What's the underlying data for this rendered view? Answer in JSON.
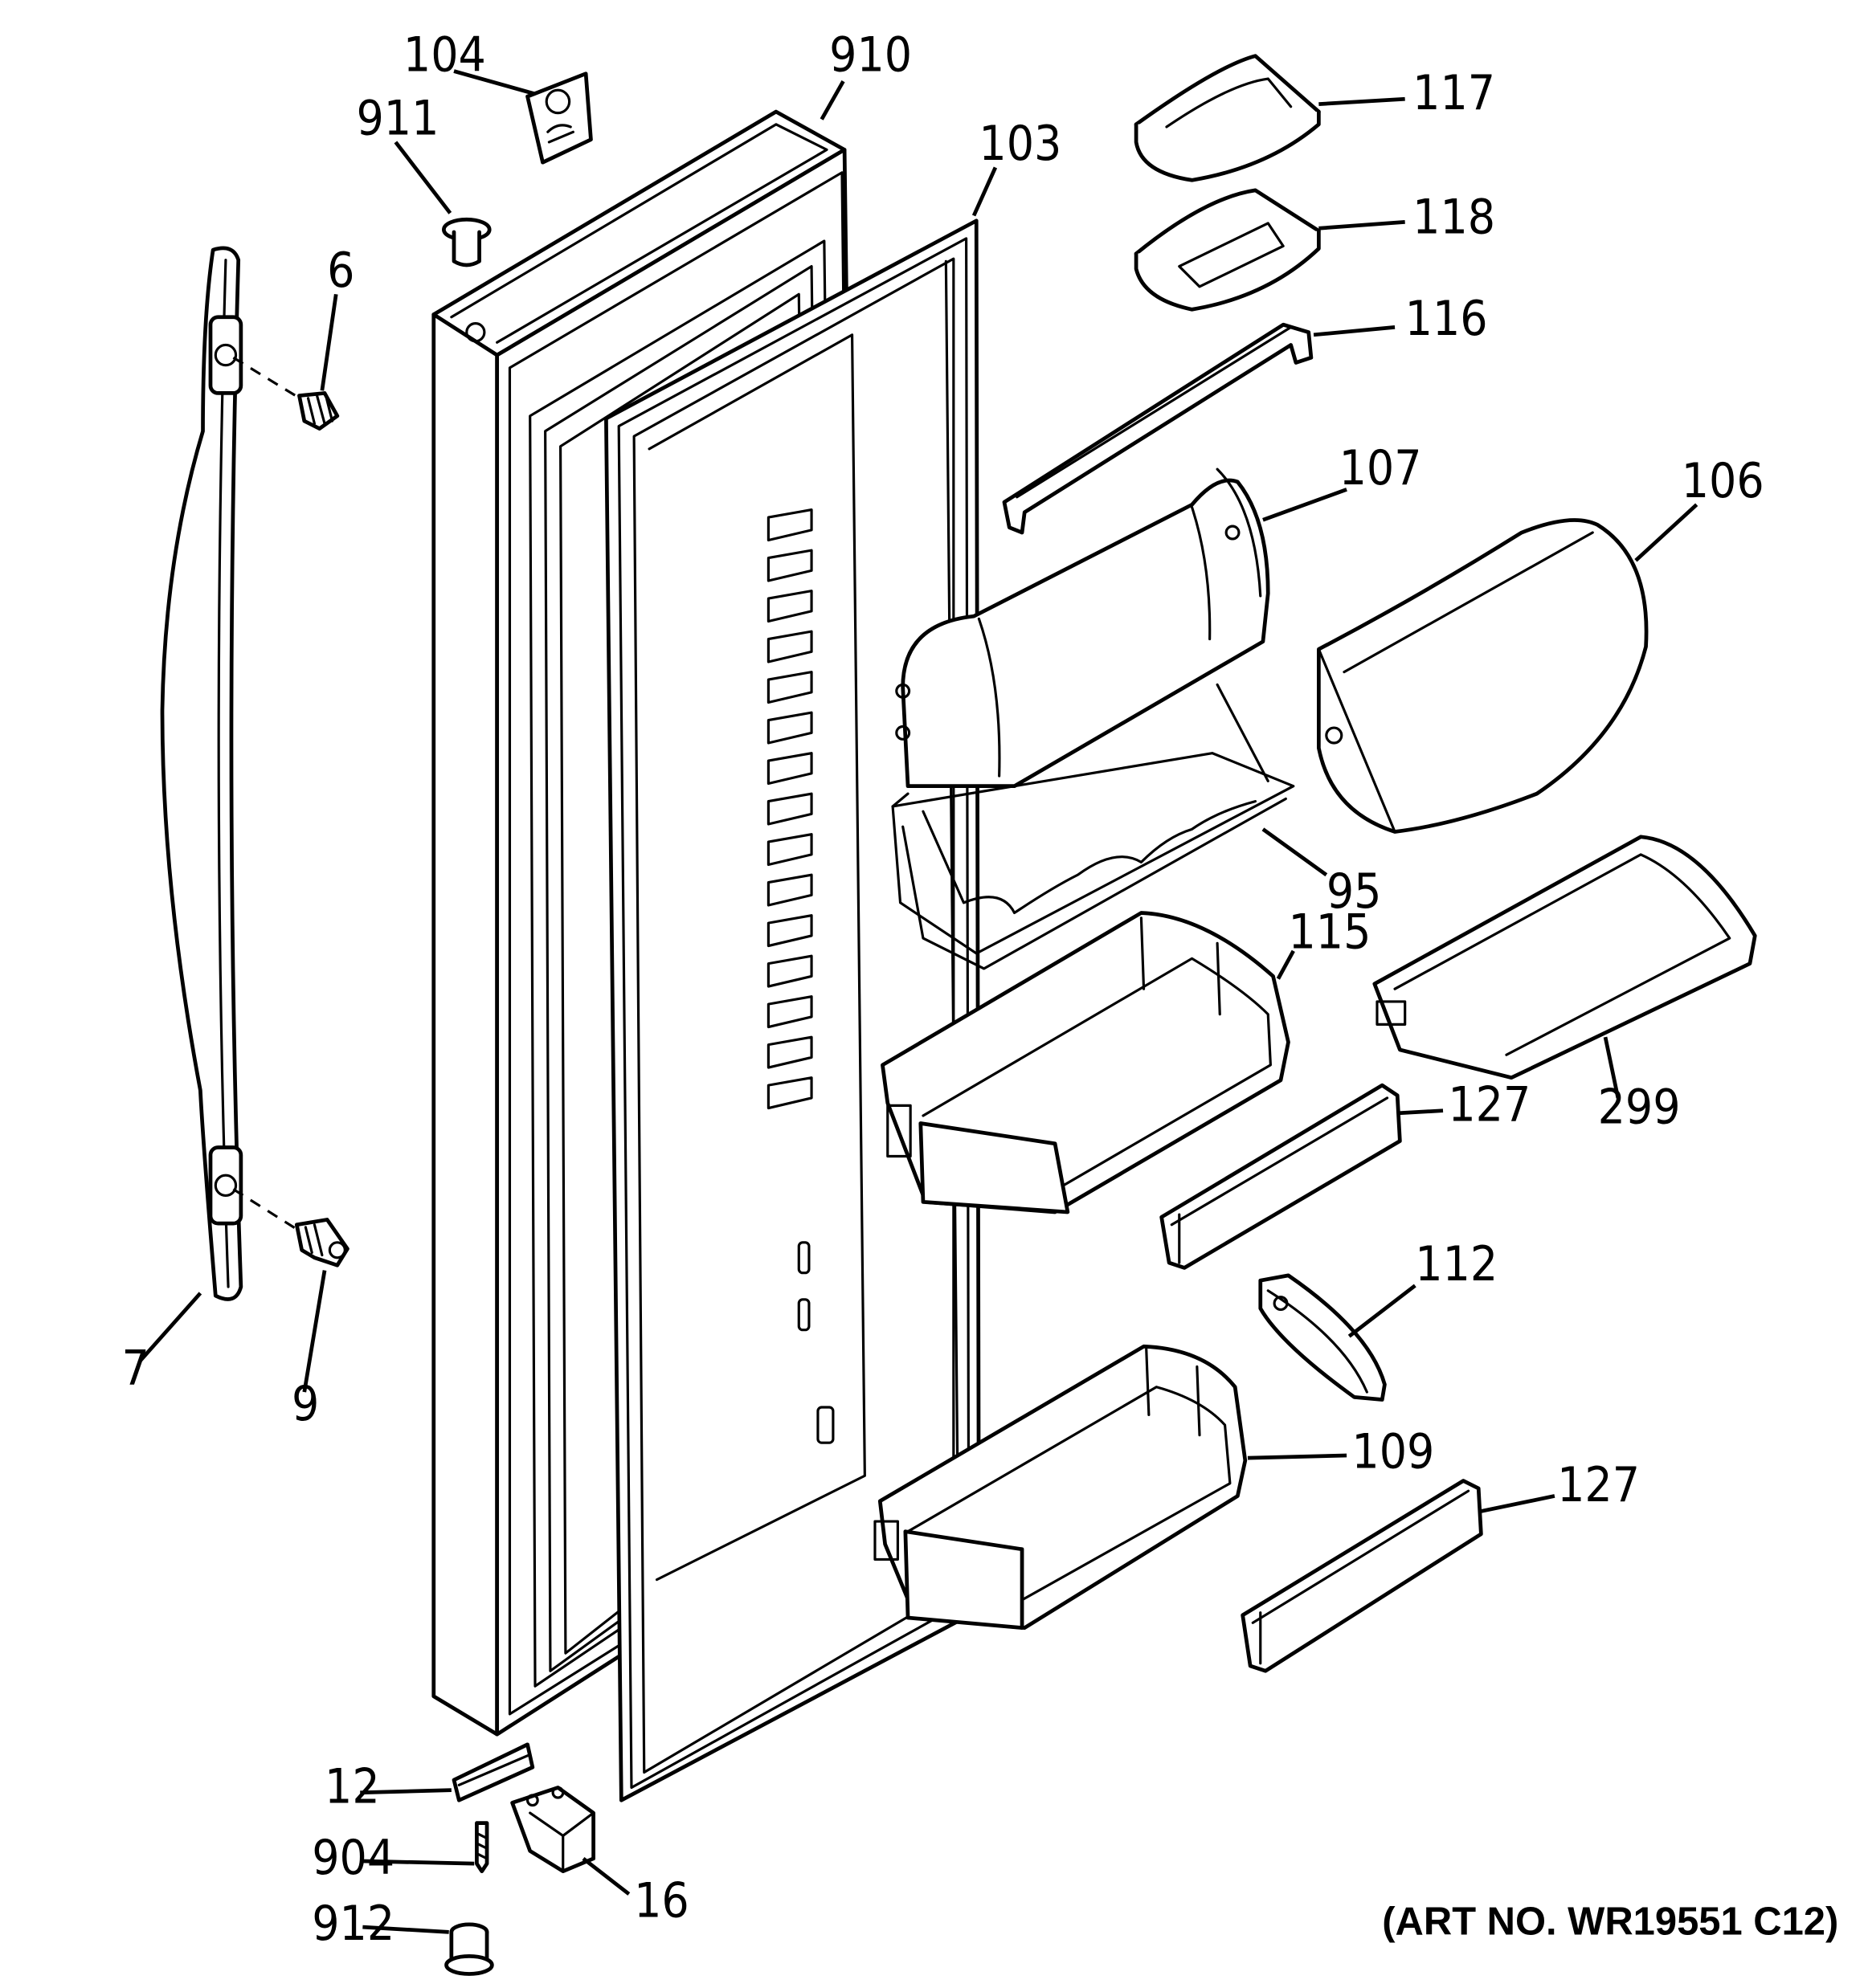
{
  "labels": {
    "p104": "104",
    "p910": "910",
    "p911": "911",
    "p103": "103",
    "p6": "6",
    "p117": "117",
    "p118": "118",
    "p116": "116",
    "p107": "107",
    "p106": "106",
    "p95": "95",
    "p115": "115",
    "p127a": "127",
    "p299": "299",
    "p112": "112",
    "p7": "7",
    "p9": "9",
    "p109": "109",
    "p127b": "127",
    "p12": "12",
    "p904": "904",
    "p16": "16",
    "p912": "912"
  },
  "art_number": "(ART NO. WR19551 C12)"
}
